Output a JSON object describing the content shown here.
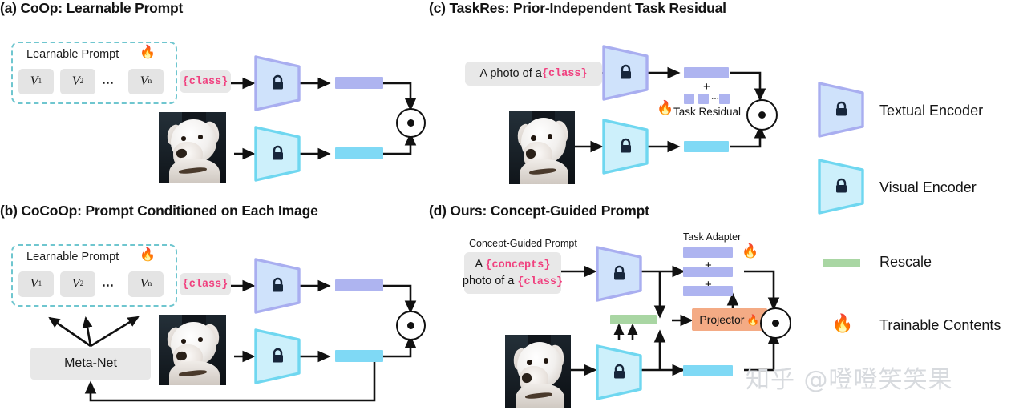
{
  "figure": {
    "background": "#ffffff",
    "accent_teal": "#6fc6cf",
    "accent_pink": "#f0417f",
    "bar_text_color": "#aeb4f0",
    "bar_image_color": "#7fd9f5",
    "bar_green_color": "#a9d6a3",
    "projector_color": "#f4ab85"
  },
  "panels": {
    "a": {
      "title": "(a) CoOp: Learnable Prompt",
      "prompt_group_label": "Learnable Prompt",
      "flame_icon": "flame-icon",
      "tokens": [
        "V",
        "V",
        "V"
      ],
      "token_subs": [
        "1",
        "2",
        "n"
      ],
      "ellipsis": "⋯",
      "class_token": "{class}",
      "text_encoder_label": "textual-encoder",
      "visual_encoder_label": "visual-encoder",
      "lock_icon": "lock-icon",
      "dot_product": "dot-product"
    },
    "b": {
      "title": "(b) CoCoOp: Prompt Conditioned on Each Image",
      "prompt_group_label": "Learnable Prompt",
      "flame_icon": "flame-icon",
      "tokens": [
        "V",
        "V",
        "V"
      ],
      "token_subs": [
        "1",
        "2",
        "n"
      ],
      "ellipsis": "⋯",
      "class_token": "{class}",
      "meta_net": "Meta-Net"
    },
    "c": {
      "title": "(c) TaskRes: Prior-Independent Task Residual",
      "prompt_text_prefix": "A photo of a ",
      "prompt_class": "{class}",
      "plus": "+",
      "residual_label": "Task Residual",
      "residual_ellipsis": "⋯",
      "flame_icon": "flame-icon"
    },
    "d": {
      "title": "(d) Ours: Concept-Guided Prompt",
      "prompt_caption": "Concept-Guided Prompt",
      "prompt_line1_prefix": "A ",
      "prompt_line1_token": "{concepts}",
      "prompt_line2_prefix": "photo of a ",
      "prompt_line2_token": "{class}",
      "task_adapter_label": "Task Adapter",
      "plus1": "+",
      "plus2": "+",
      "projector_label": "Projector",
      "flame_icon": "flame-icon"
    }
  },
  "legend": {
    "items": [
      {
        "label": "Textual Encoder",
        "icon": "textual-encoder-icon"
      },
      {
        "label": "Visual Encoder",
        "icon": "visual-encoder-icon"
      },
      {
        "label": "Rescale",
        "icon": "rescale-bar-icon"
      },
      {
        "label": "Trainable Contents",
        "icon": "flame-icon"
      }
    ]
  },
  "watermark": {
    "text": "知乎 @噔噔笑笑果"
  }
}
